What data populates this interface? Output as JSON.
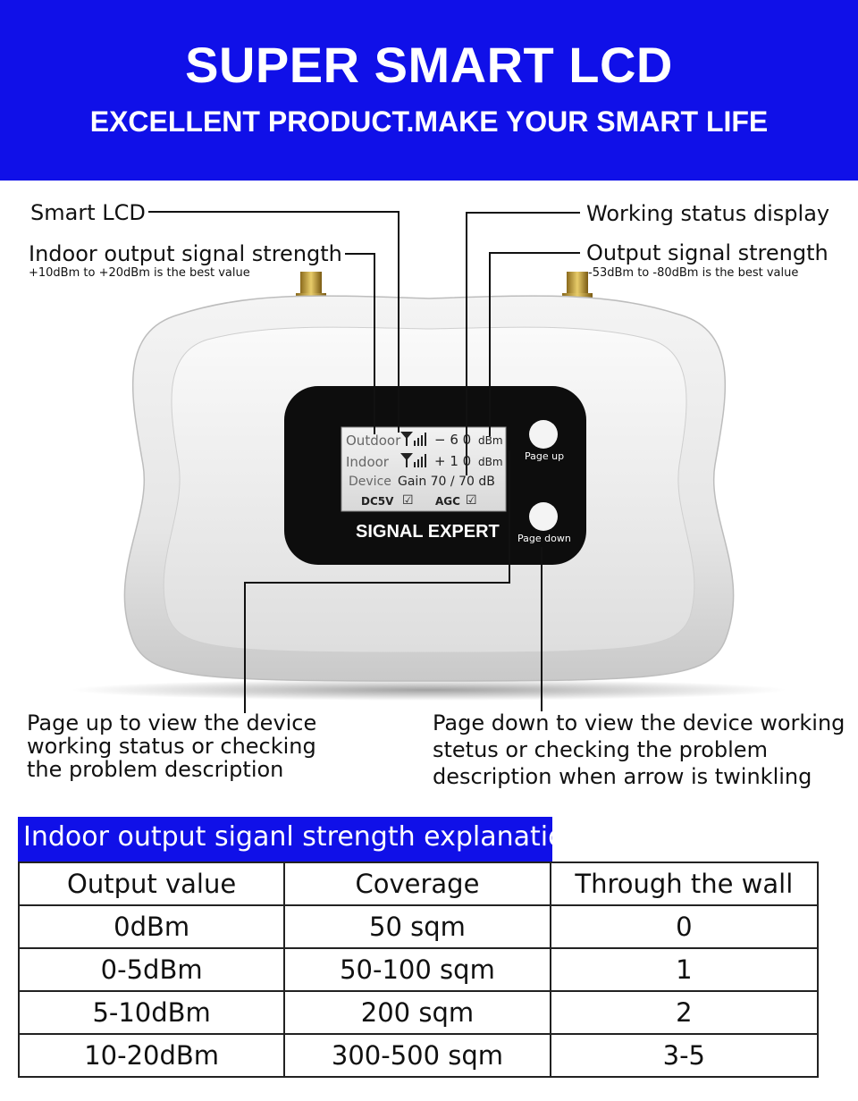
{
  "banner": {
    "title": "SUPER SMART LCD",
    "subtitle": "EXCELLENT PRODUCT.MAKE YOUR SMART LIFE",
    "background": "#1010e8"
  },
  "callouts": {
    "smart_lcd": "Smart LCD",
    "indoor_output": "Indoor output signal strength",
    "indoor_note": "+10dBm to +20dBm is the best value",
    "working_status": "Working status display",
    "output_signal": "Output signal strength",
    "output_note": "-53dBm to -80dBm is the best value"
  },
  "lcd": {
    "row1_label": "Outdoor",
    "row1_value": "− 6 0",
    "row1_unit": "dBm",
    "row2_label": "Indoor",
    "row2_value": "+ 1 0",
    "row2_unit": "dBm",
    "row3_label": "Device",
    "row3_value": "Gain 70 / 70 dB",
    "status_dc": "DC5V",
    "status_agc": "AGC",
    "check": "☑",
    "signal_icon": "antenna-signal-icon"
  },
  "device": {
    "brand": "SIGNAL EXPERT",
    "page_up": "Page up",
    "page_down": "Page down"
  },
  "descriptions": {
    "page_up": "Page up to view the device\nworking status or checking\nthe problem description",
    "page_down": "Page down to view the device working\nstetus or checking the problem\ndescription when arrow is twinkling"
  },
  "table": {
    "title": "Indoor output siganl strength explanation",
    "headers": [
      "Output value",
      "Coverage",
      "Through the wall"
    ],
    "rows": [
      [
        "0dBm",
        "50 sqm",
        "0"
      ],
      [
        "0-5dBm",
        "50-100 sqm",
        "1"
      ],
      [
        "5-10dBm",
        "200 sqm",
        "2"
      ],
      [
        "10-20dBm",
        "300-500 sqm",
        "3-5"
      ]
    ]
  }
}
